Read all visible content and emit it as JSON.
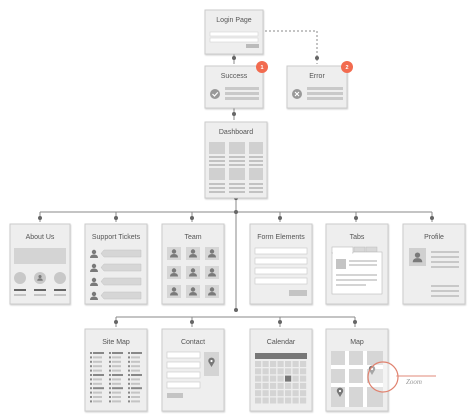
{
  "screens": {
    "login": {
      "title": "Login Page"
    },
    "success": {
      "title": "Success",
      "badge": "1"
    },
    "error": {
      "title": "Error",
      "badge": "2"
    },
    "dashboard": {
      "title": "Dashboard"
    },
    "about_us": {
      "title": "About Us"
    },
    "support_tickets": {
      "title": "Support Tickets"
    },
    "team": {
      "title": "Team"
    },
    "form_elements": {
      "title": "Form Elements"
    },
    "tabs": {
      "title": "Tabs"
    },
    "profile": {
      "title": "Profile"
    },
    "site_map": {
      "title": "Site Map"
    },
    "contact": {
      "title": "Contact"
    },
    "calendar": {
      "title": "Calendar"
    },
    "map": {
      "title": "Map"
    }
  },
  "annotations": {
    "zoom": "Zoom"
  },
  "colors": {
    "badge": "#f26b4f",
    "card": "#eeeeee",
    "card_border": "#cccccc",
    "block": "#d4d4d4",
    "line": "#888888",
    "dot": "#666666"
  }
}
